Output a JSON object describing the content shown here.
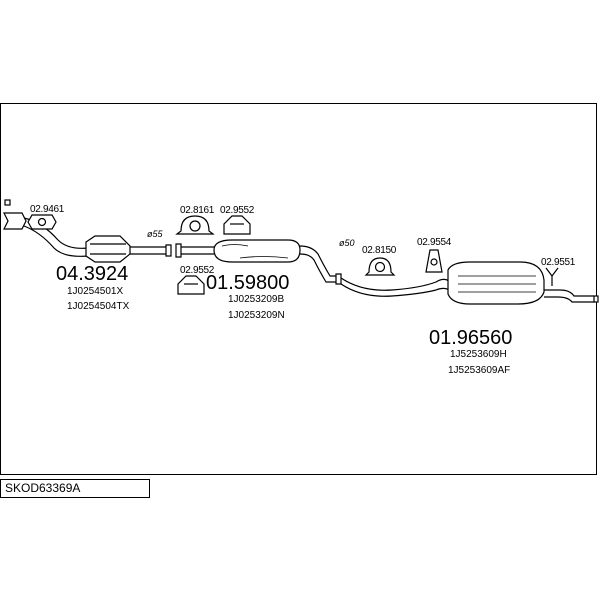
{
  "diagram": {
    "code": "SKOD63369A",
    "parts": {
      "front_pipe": {
        "number": "04.3924",
        "refs": [
          "1J0254501X",
          "1J0254504TX"
        ]
      },
      "middle_silencer": {
        "number": "01.59800",
        "refs": [
          "1J0253209B",
          "1J0253209N"
        ]
      },
      "rear_silencer": {
        "number": "01.96560",
        "refs": [
          "1J5253609H",
          "1J5253609AF"
        ]
      }
    },
    "accessories": {
      "gasket": "02.9461",
      "clamp_front": "02.8161",
      "mount_front_upper": "02.9552",
      "mount_front_lower": "02.9552",
      "clamp_rear": "02.8150",
      "hanger_rear": "02.9554",
      "mount_tail": "02.9551"
    },
    "diameters": {
      "front": "ø55",
      "rear": "ø50"
    }
  }
}
